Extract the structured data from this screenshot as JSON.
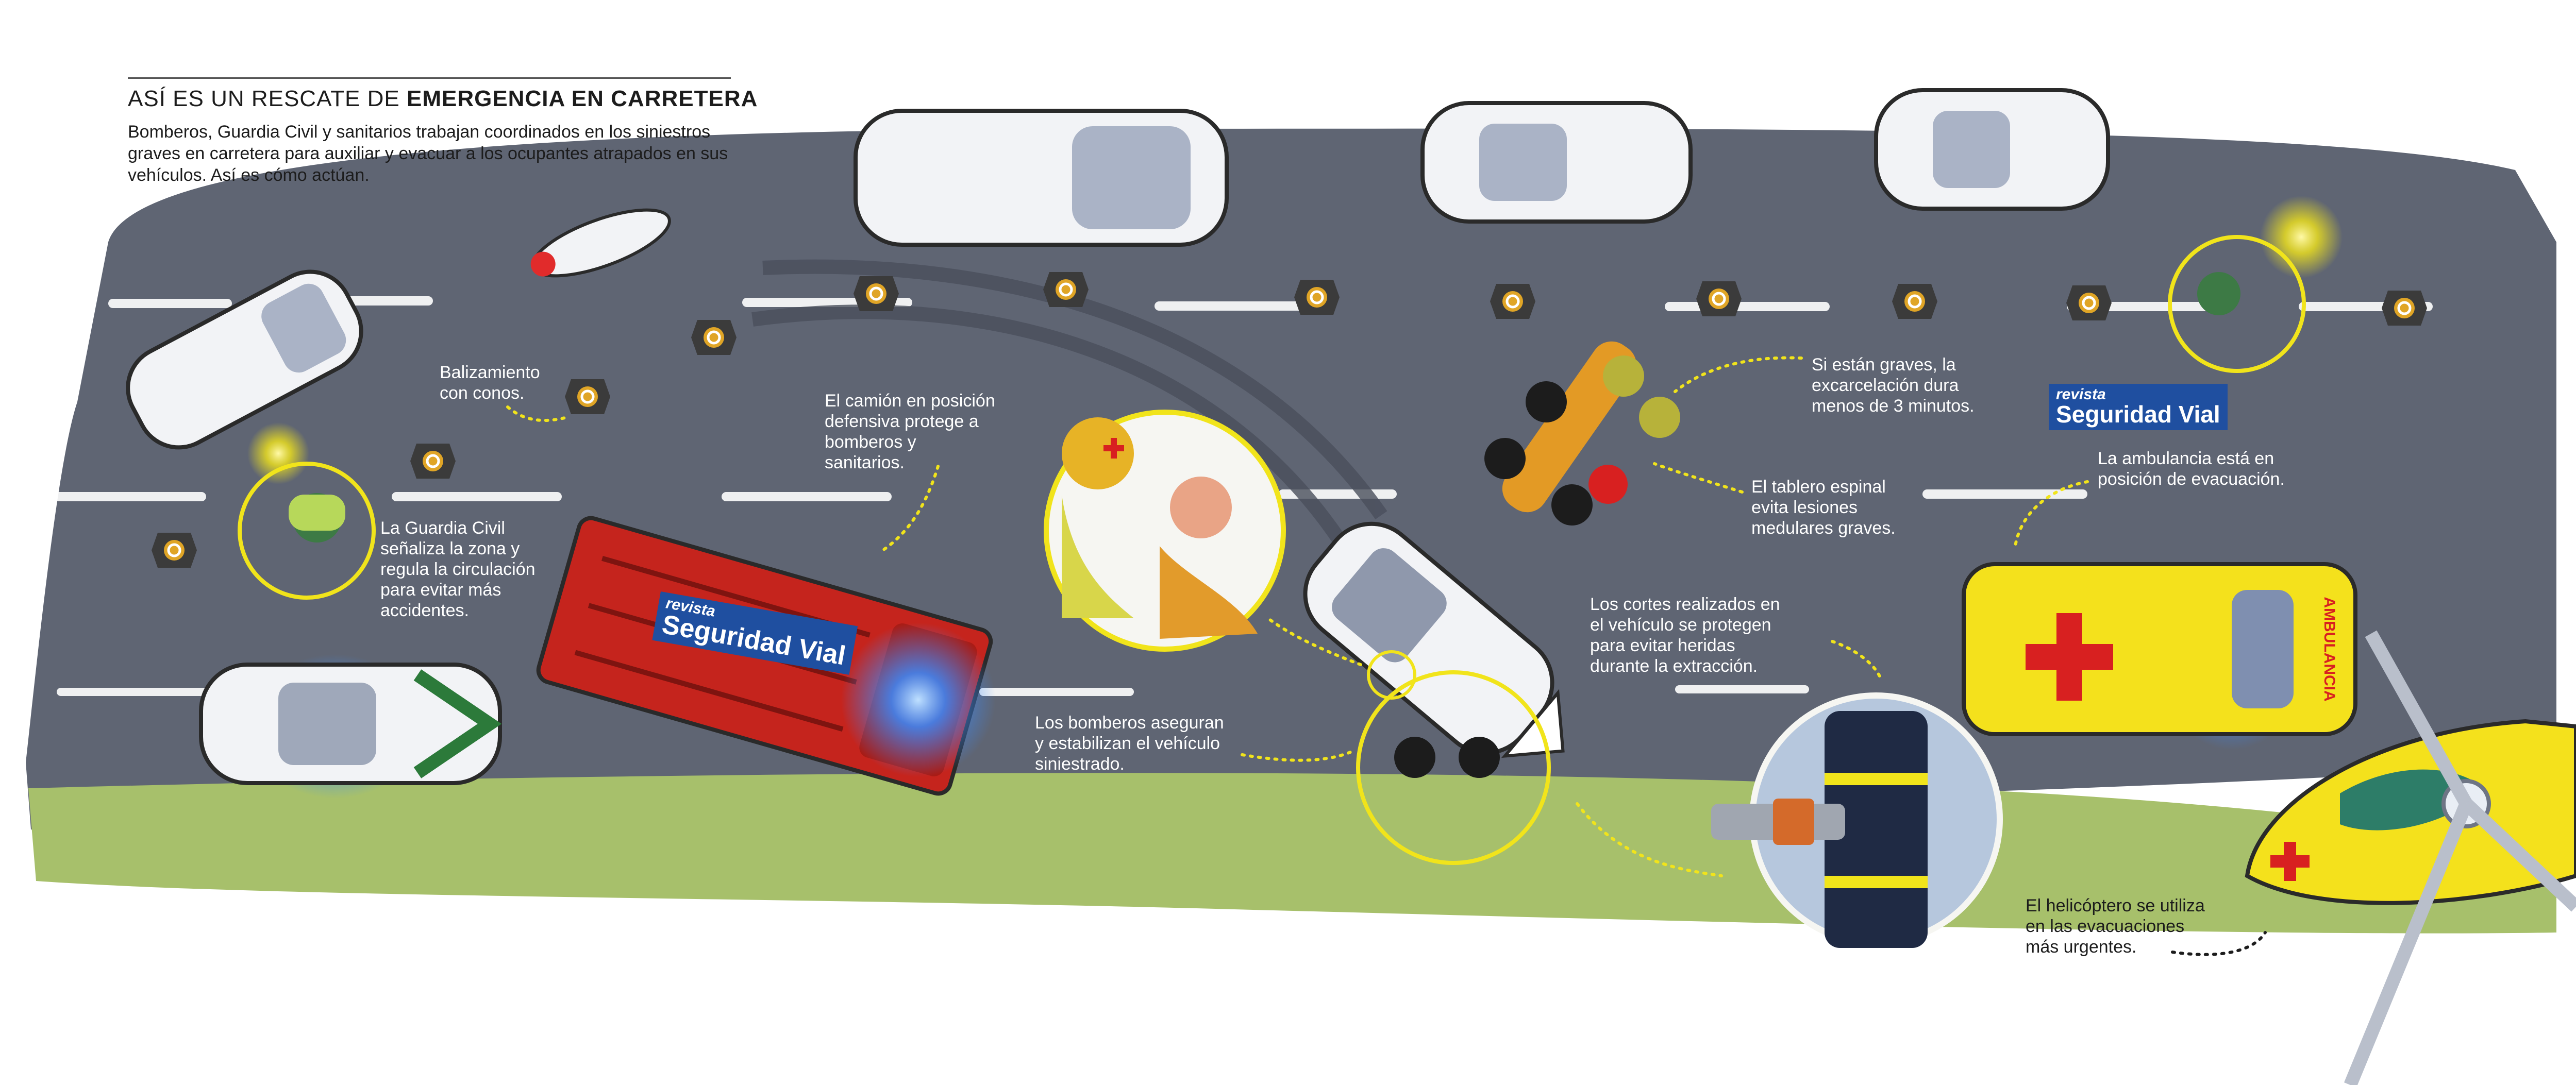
{
  "header": {
    "title_prefix": "ASÍ ES UN RESCATE DE ",
    "title_emphasis": "EMERGENCIA EN CARRETERA",
    "intro": "Bomberos, Guardia Civil y sanitarios trabajan coordinados en los siniestros graves en carretera para auxiliar y evacuar a los ocupantes atrapados en sus vehículos. Así es cómo actúan."
  },
  "callouts": {
    "balizamiento": "Balizamiento\ncon conos.",
    "guardia_civil": "La Guardia Civil\nseñaliza la zona y\nregula la circulación\npara evitar más\naccidentes.",
    "camion": "El camión en posición\ndefensiva protege a\nbomberos y\nsanitarios.",
    "bomberos": "Los bomberos aseguran\ny estabilizan el vehículo\nsiniestrado.",
    "excarcelacion": "Si están graves, la\nexcarcelación dura\nmenos de 3 minutos.",
    "tablero": "El tablero espinal\nevita lesiones\nmedulares graves.",
    "cortes": "Los cortes realizados en\nel vehículo se protegen\npara evitar heridas\ndurante la extracción.",
    "ambulancia": "La ambulancia está en\nposición de evacuación.",
    "helicoptero": "El helicóptero se utiliza\nen las evacuaciones\nmás urgentes."
  },
  "branding": {
    "line1": "revista",
    "line2": "Seguridad Vial"
  },
  "vehicle_labels": {
    "ambulance": "AMBULANCIA"
  },
  "colors": {
    "road": "#5f6573",
    "grass": "#a7c06b",
    "fire_truck": "#c5241d",
    "ambulance": "#f4e11c",
    "emergency_light": "#3a8cff",
    "guardia_civil": "#2c7a3a",
    "highlight_ring": "#f1e41b",
    "logo_blue": "#1f4fa0"
  },
  "icons": [
    "traffic-cone-icon",
    "red-cross-icon",
    "emergency-light-icon",
    "helicopter-rotor-icon"
  ]
}
